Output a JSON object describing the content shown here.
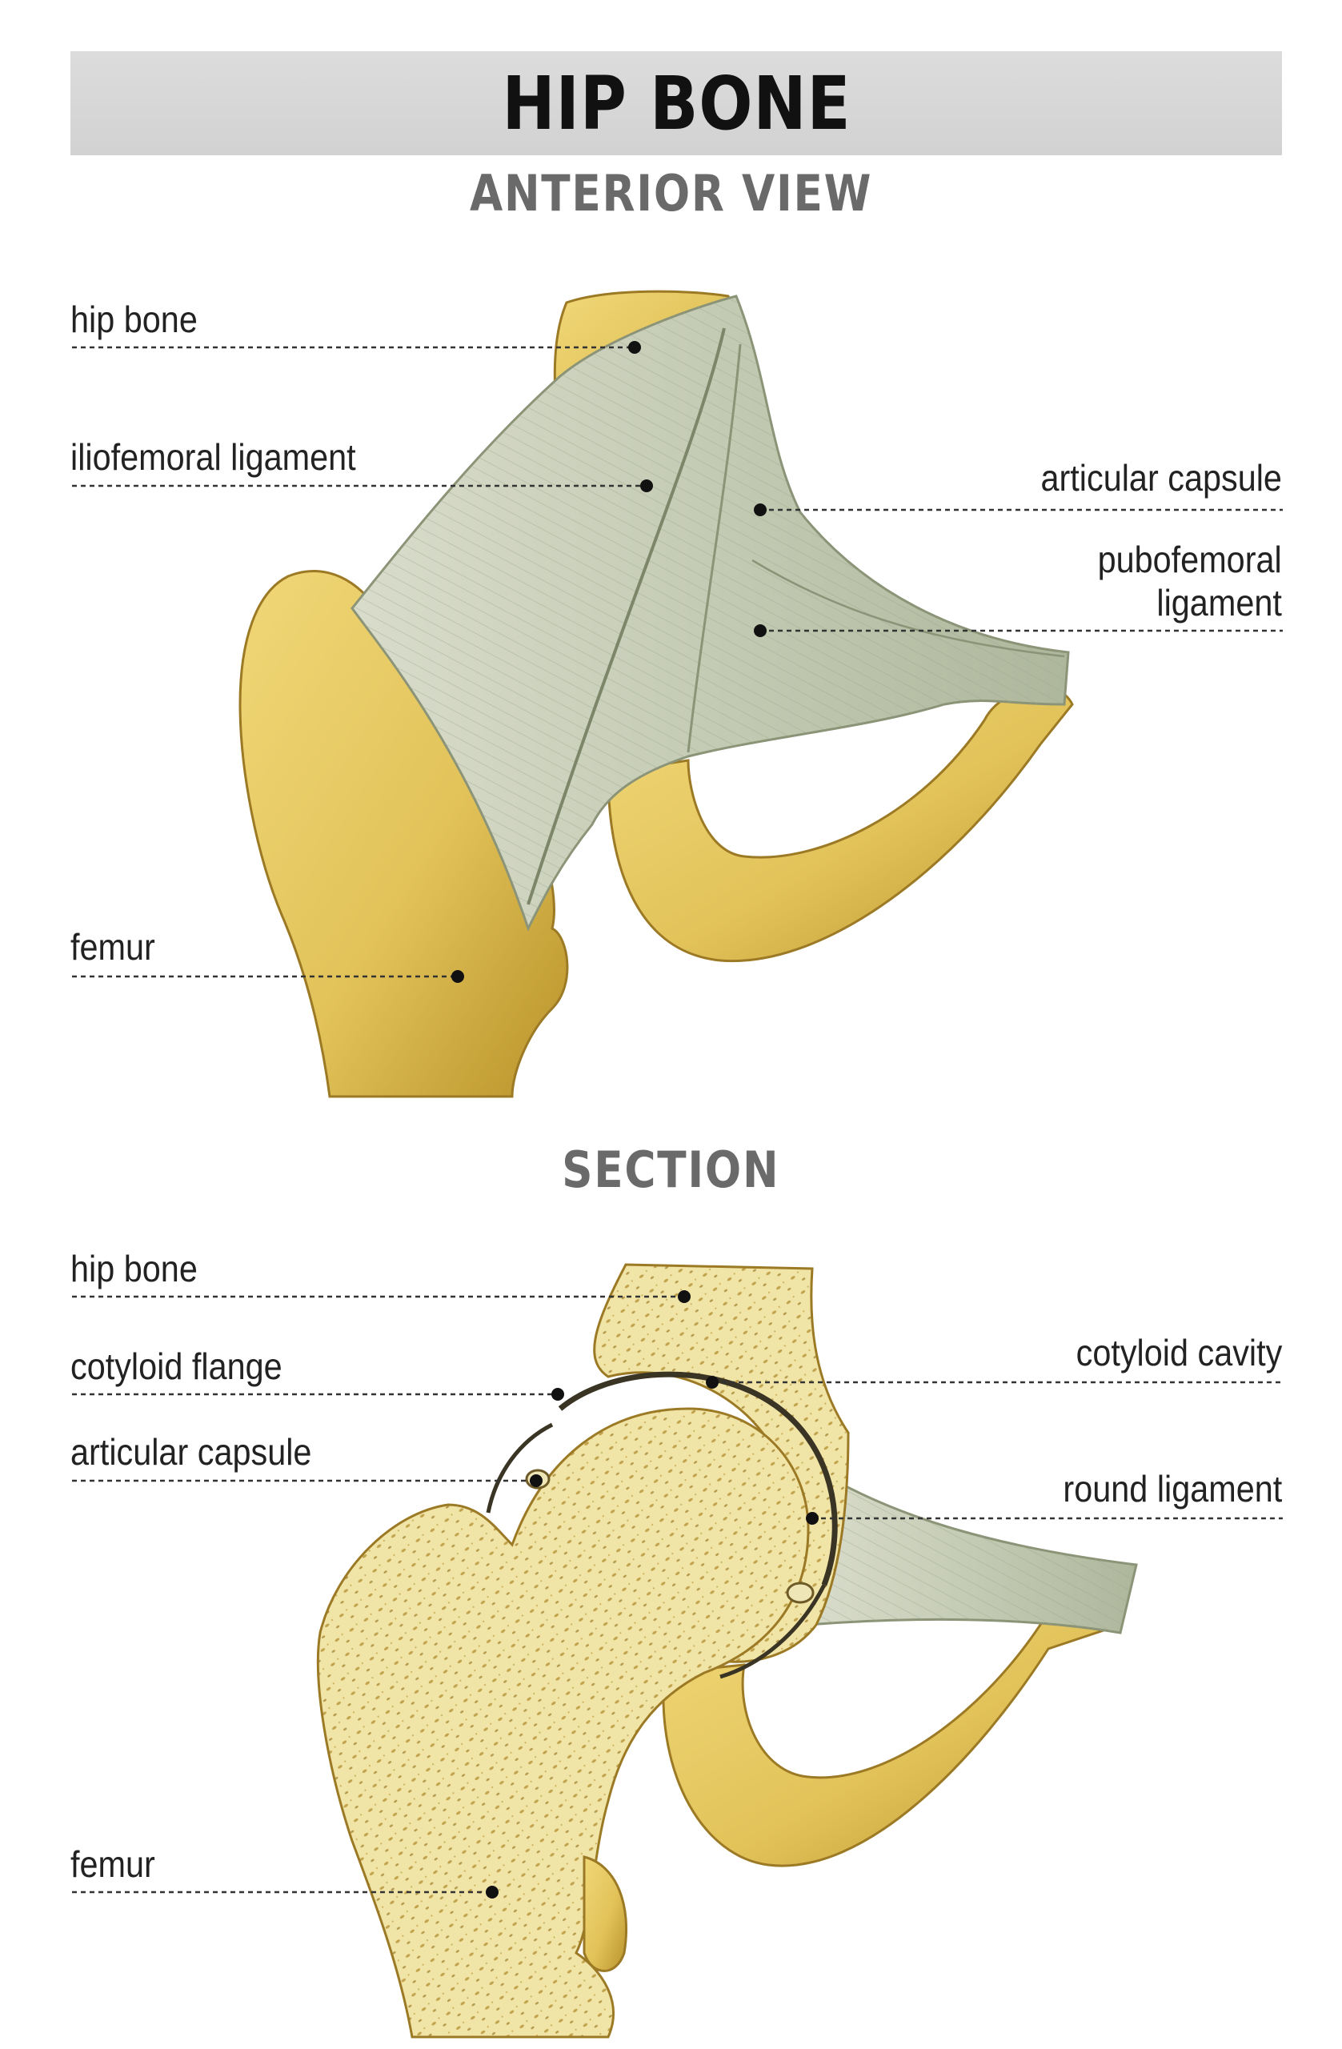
{
  "header": {
    "title": "HIP BONE"
  },
  "sections": {
    "anterior": {
      "heading": "ANTERIOR VIEW"
    },
    "section": {
      "heading": "SECTION"
    }
  },
  "labels": {
    "anterior": {
      "hip_bone": "hip bone",
      "iliofemoral_ligament": "iliofemoral ligament",
      "articular_capsule": "articular capsule",
      "pubofemoral_ligament_line1": "pubofemoral",
      "pubofemoral_ligament_line2": "ligament",
      "femur": "femur"
    },
    "section": {
      "hip_bone": "hip bone",
      "cotyloid_flange": "cotyloid flange",
      "articular_capsule": "articular capsule",
      "cotyloid_cavity": "cotyloid cavity",
      "round_ligament": "round ligament",
      "femur": "femur"
    }
  },
  "colors": {
    "bone": "#e2c35a",
    "bone_shadow": "#b9922a",
    "ligament": "#c9cfb9",
    "spongy_bone": "#f0e4a6",
    "leader_line": "#333333"
  }
}
